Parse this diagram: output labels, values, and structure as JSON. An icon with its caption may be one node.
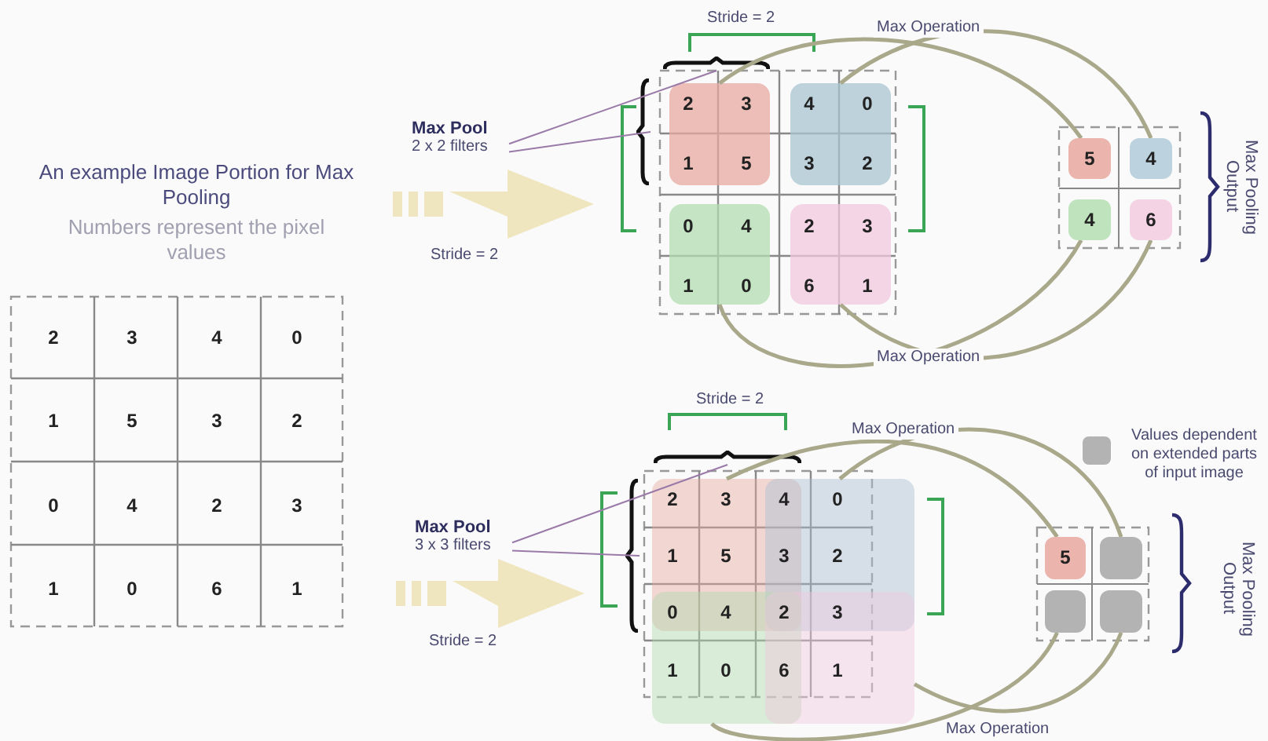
{
  "diagram": {
    "nodes": [
      {
        "text": [
          "Max Pool",
          "2 x 2 filters"
        ]
      },
      {
        "text": [],
        "shape": "brace"
      },
      {
        "text": [],
        "shape": "brace"
      },
      {
        "text": [],
        "shape": "box"
      },
      {
        "text": [],
        "shape": "box"
      },
      {
        "text": [],
        "shape": "box"
      },
      {
        "text": [],
        "shape": "box"
      },
      {
        "text": [
          "5"
        ]
      },
      {
        "text": [
          "4"
        ]
      },
      {
        "text": [
          "4"
        ]
      },
      {
        "text": [
          "6"
        ]
      },
      {
        "text": [
          "Max Pool",
          "3 x 3 filters"
        ]
      },
      {
        "text": [],
        "shape": "brace"
      },
      {
        "text": [],
        "shape": "brace"
      },
      {
        "text": [],
        "shape": "box"
      },
      {
        "text": [],
        "shape": "box"
      },
      {
        "text": [],
        "shape": "box"
      },
      {
        "text": [],
        "shape": "box"
      },
      {
        "text": [
          "5"
        ]
      },
      {
        "text": [],
        "shape": "box"
      },
      {
        "text": [],
        "shape": "box"
      },
      {
        "text": [],
        "shape": "box"
      }
    ],
    "edges": [
      {
        "from": 0,
        "to": 1,
        "arrow": "none"
      },
      {
        "from": 0,
        "to": 2,
        "arrow": "none"
      },
      {
        "from": 3,
        "to": 7,
        "arrow": "none"
      },
      {
        "from": 4,
        "to": 8,
        "arrow": "none"
      },
      {
        "from": 5,
        "to": 9,
        "arrow": "none"
      },
      {
        "from": 6,
        "to": 10,
        "arrow": "none"
      },
      {
        "from": 11,
        "to": 12,
        "arrow": "none"
      },
      {
        "from": 11,
        "to": 13,
        "arrow": "none"
      },
      {
        "from": 14,
        "to": 18,
        "arrow": "none"
      },
      {
        "from": 15,
        "to": 19,
        "arrow": "none"
      },
      {
        "from": 16,
        "to": 20,
        "arrow": "none"
      },
      {
        "from": 17,
        "to": 21,
        "arrow": "none"
      }
    ],
    "labels": [
      "An example Image Portion for Max Pooling",
      "Numbers represent the pixel values",
      "2",
      "3",
      "4",
      "0",
      "1",
      "5",
      "3",
      "2",
      "0",
      "4",
      "2",
      "3",
      "1",
      "0",
      "6",
      "1",
      "Stride = 2",
      "Max Operation",
      "Stride = 2",
      "2",
      "3",
      "4",
      "0",
      "1",
      "5",
      "3",
      "2",
      "0",
      "4",
      "2",
      "3",
      "1",
      "0",
      "6",
      "1",
      "Max Operation",
      "Max Pooling Output",
      "Stride = 2",
      "Max Operation",
      "Stride = 2",
      "2",
      "3",
      "4",
      "0",
      "1",
      "5",
      "3",
      "2",
      "0",
      "4",
      "2",
      "3",
      "1",
      "0",
      "6",
      "1",
      "Max Operation",
      "Max Pooling Output"
    ],
    "legend": [
      {
        "text": "Values dependent on extended parts of input image",
        "color": "#b3b3b3"
      }
    ]
  }
}
